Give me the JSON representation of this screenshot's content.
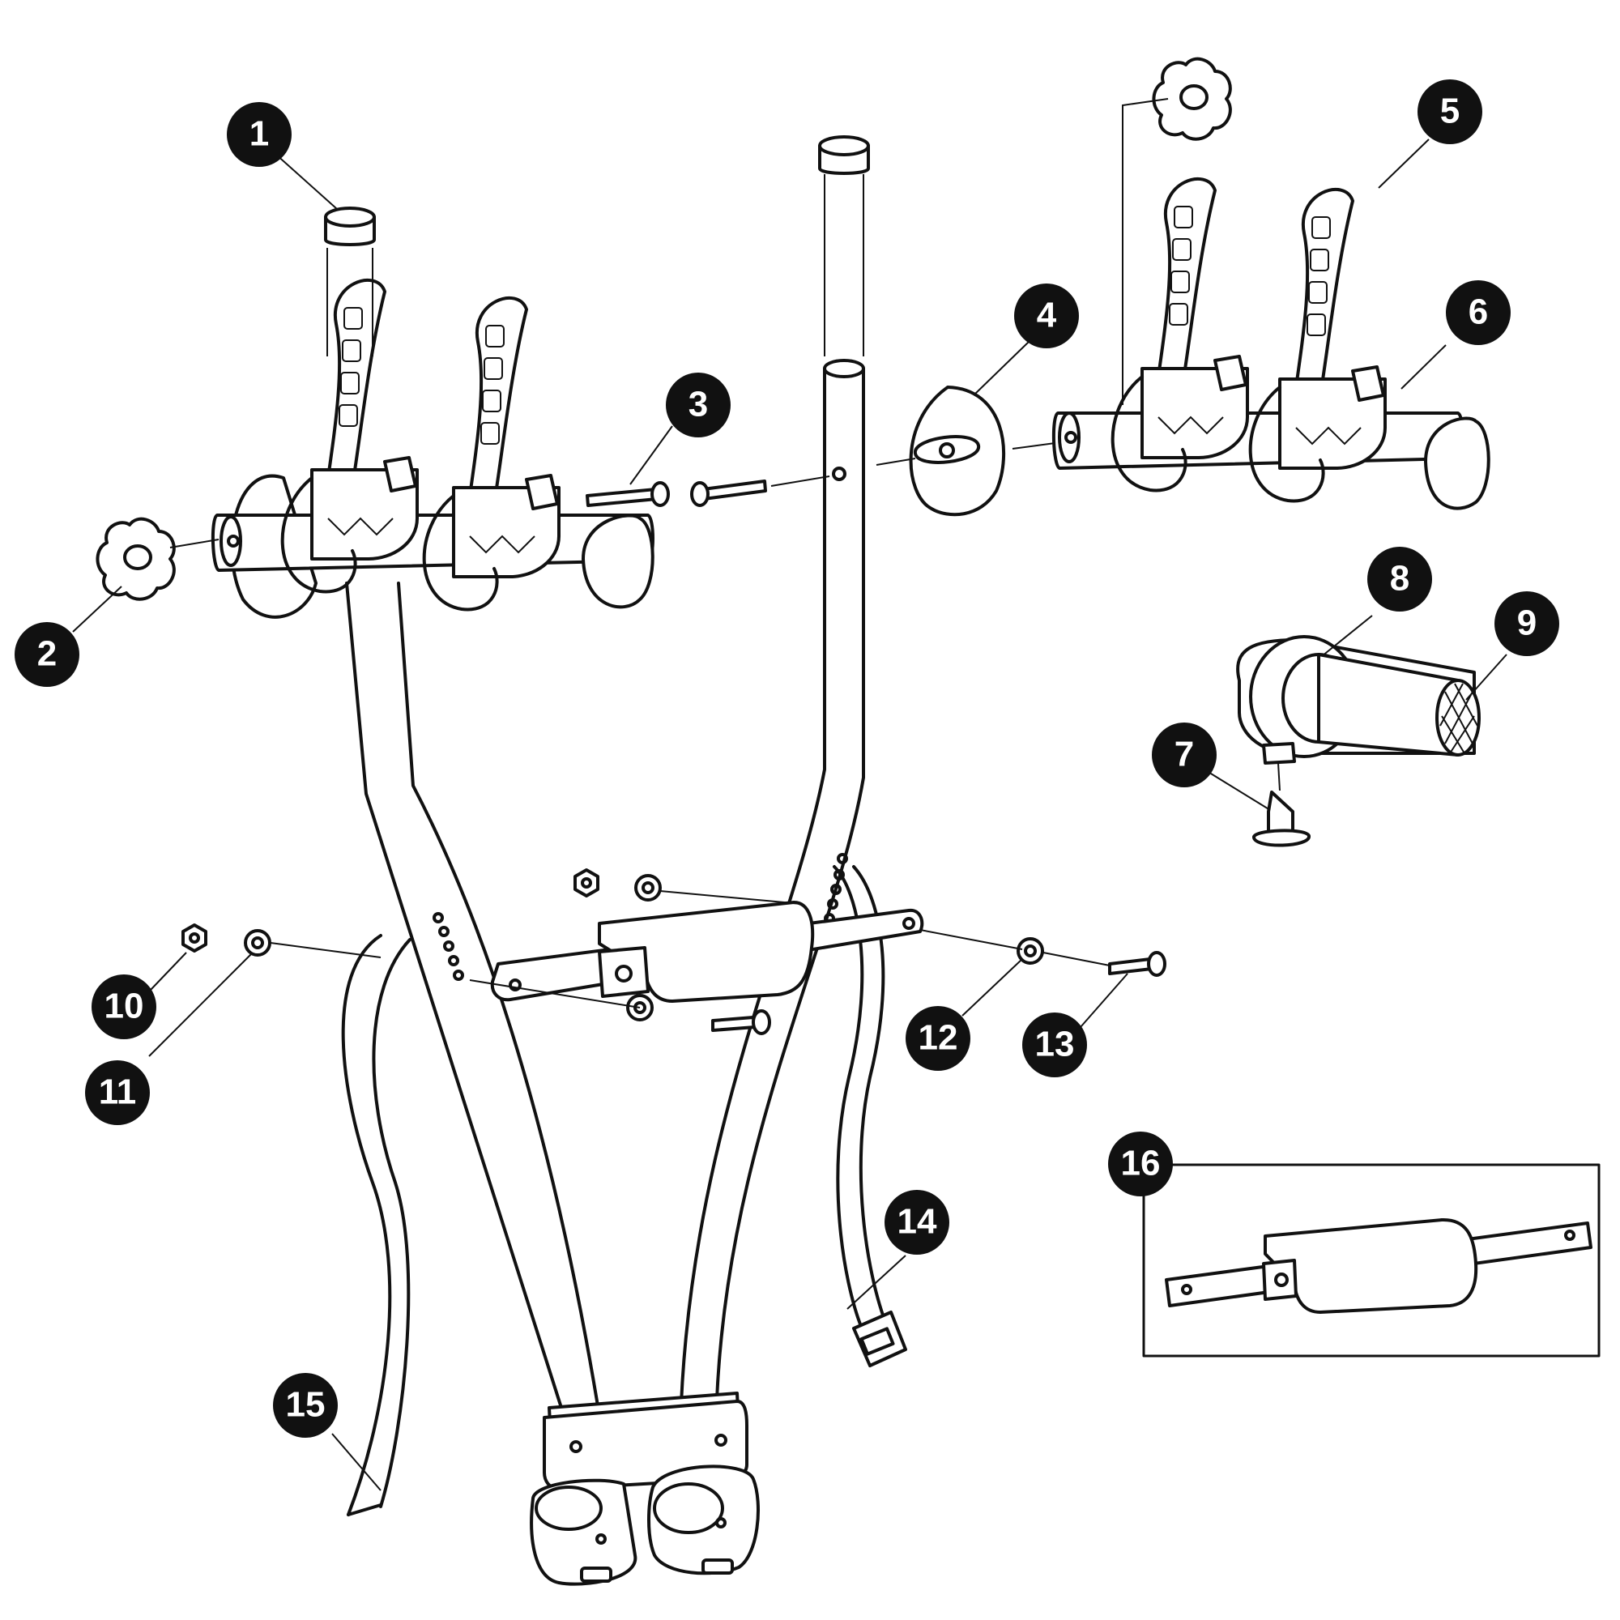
{
  "colors": {
    "ink": "#111111",
    "paper": "#ffffff"
  },
  "callouts": [
    {
      "id": "callout-1",
      "label": "1"
    },
    {
      "id": "callout-2",
      "label": "2"
    },
    {
      "id": "callout-3",
      "label": "3"
    },
    {
      "id": "callout-4",
      "label": "4"
    },
    {
      "id": "callout-5",
      "label": "5"
    },
    {
      "id": "callout-6",
      "label": "6"
    },
    {
      "id": "callout-7",
      "label": "7"
    },
    {
      "id": "callout-8",
      "label": "8"
    },
    {
      "id": "callout-9",
      "label": "9"
    },
    {
      "id": "callout-10",
      "label": "10"
    },
    {
      "id": "callout-11",
      "label": "11"
    },
    {
      "id": "callout-12",
      "label": "12"
    },
    {
      "id": "callout-13",
      "label": "13"
    },
    {
      "id": "callout-14",
      "label": "14"
    },
    {
      "id": "callout-15",
      "label": "15"
    },
    {
      "id": "callout-16",
      "label": "16"
    }
  ]
}
